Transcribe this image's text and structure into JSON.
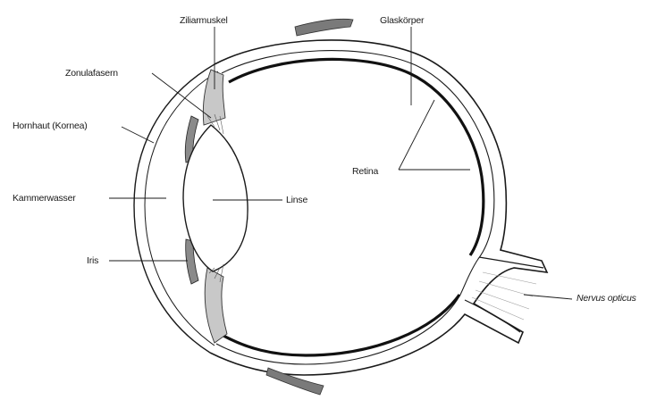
{
  "diagram": {
    "labels": {
      "ziliarmuskel": "Ziliarmuskel",
      "glaskoerper": "Glaskörper",
      "zonulafasern": "Zonulafasern",
      "hornhaut": "Hornhaut (Kornea)",
      "retina": "Retina",
      "kammerwasser": "Kammerwasser",
      "linse": "Linse",
      "iris": "Iris",
      "nervus_opticus": "Nervus opticus"
    },
    "colors": {
      "line": "#1a1a1a",
      "shade": "#8a8a8a",
      "background": "#ffffff"
    }
  }
}
